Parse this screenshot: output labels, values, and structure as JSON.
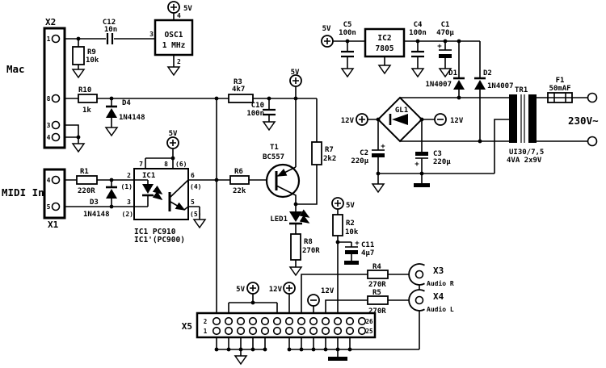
{
  "com": {
    "v5": "5V",
    "v12": "12V",
    "n4148": "1N4148",
    "n4007": "1N4007",
    "r270": "270R",
    "c100n": "100n",
    "c220u": "220µ",
    "r10k": "10k",
    "plus": "+"
  },
  "mac": {
    "x2": "X2",
    "name": "Mac",
    "p1": "1",
    "p8": "8",
    "p3": "3",
    "p4": "4",
    "r9": "R9",
    "r10": "R10",
    "r10v": "1k",
    "c12": "C12",
    "c12v": "10n",
    "d4": "D4"
  },
  "osc": {
    "ref": "OSC1",
    "val": "1 MHz",
    "p3": "3",
    "p4": "4",
    "p2": "2"
  },
  "midi": {
    "label": "MIDI In",
    "x1": "X1",
    "p4": "4",
    "p5": "5",
    "r1": "R1",
    "r1v": "220R",
    "d3": "D3"
  },
  "ic1": {
    "ref": "IC1",
    "p7": "7",
    "p8": "8",
    "p8a": "(6)",
    "p2": "2",
    "p2a": "(1)",
    "p3": "3",
    "p3a": "(2)",
    "p6": "6",
    "p6a": "(4)",
    "p5": "5",
    "p5a": "(5)",
    "cap1": "IC1  PC910",
    "cap2": "IC1'(PC900)"
  },
  "drv": {
    "r3": "R3",
    "r3v": "4k7",
    "c10": "C10",
    "r6": "R6",
    "r6v": "22k",
    "t1": "T1",
    "t1v": "BC557",
    "r7": "R7",
    "r7v": "2k2",
    "led": "LED1",
    "r8": "R8"
  },
  "r2c": {
    "r2": "R2",
    "c11": "C11",
    "c11v": "4µ7"
  },
  "x5": {
    "label": "X5",
    "tl": "2",
    "bl": "1",
    "tr": "26",
    "br": "25"
  },
  "aud": {
    "r4": "R4",
    "x3": "X3",
    "x3n": "Audio R",
    "r5": "R5",
    "x4": "X4",
    "x4n": "Audio L"
  },
  "psu": {
    "c5": "C5",
    "ic2": "IC2",
    "ic2v": "7805",
    "c4": "C4",
    "c1": "C1",
    "c1v": "470µ",
    "d1": "D1",
    "d2": "D2",
    "gl1": "GL1",
    "c2": "C2",
    "c3": "C3",
    "tr1": "TR1",
    "tr1t": "UI30/7,5",
    "tr1r": "4VA 2x9V",
    "f1": "F1",
    "f1v": "50mAF",
    "mains": "230V~"
  }
}
